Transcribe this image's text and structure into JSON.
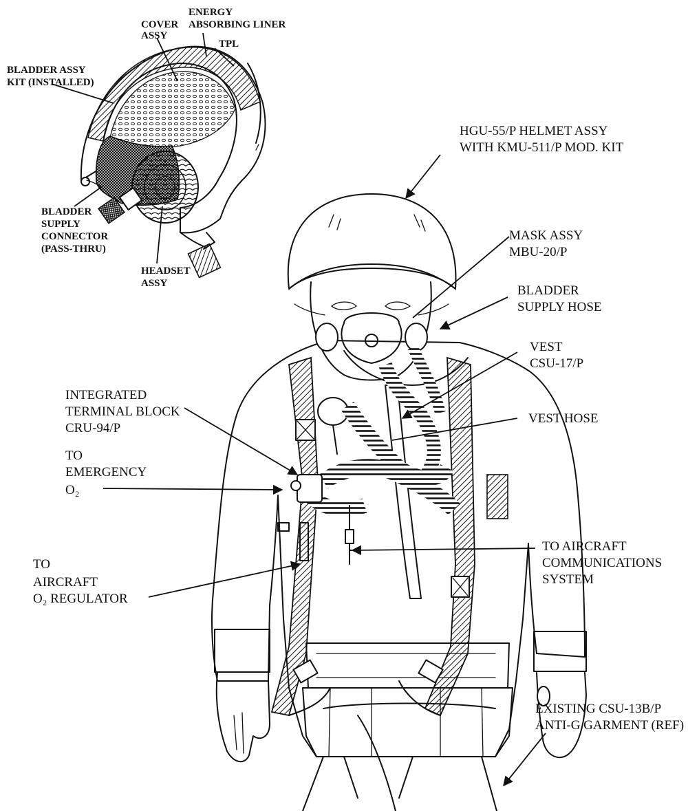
{
  "colors": {
    "ink": "#111111",
    "paper": "#ffffff"
  },
  "helmet_detail": {
    "labels": {
      "cover_assy": [
        "COVER",
        "ASSY"
      ],
      "energy_liner": [
        "ENERGY",
        "ABSORBING LINER"
      ],
      "tpl": [
        "TPL"
      ],
      "bladder_kit": [
        "BLADDER ASSY",
        "KIT (INSTALLED)"
      ],
      "bladder_connector": [
        "BLADDER",
        "SUPPLY",
        "CONNECTOR",
        "(PASS-THRU)"
      ],
      "headset": [
        "HEADSET",
        "ASSY"
      ]
    }
  },
  "callouts": {
    "helmet": [
      "HGU-55/P HELMET ASSY",
      "WITH KMU-511/P MOD. KIT"
    ],
    "mask": [
      "MASK ASSY",
      "MBU-20/P"
    ],
    "bladder_hose": [
      "BLADDER",
      "SUPPLY HOSE"
    ],
    "vest": [
      "VEST",
      "CSU-17/P"
    ],
    "vest_hose": [
      "VEST HOSE"
    ],
    "terminal_block": [
      "INTEGRATED",
      "TERMINAL BLOCK",
      "CRU-94/P"
    ],
    "emergency_o2": [
      "TO",
      "EMERGENCY",
      "O₂"
    ],
    "aircraft_comm": [
      "TO AIRCRAFT",
      "COMMUNICATIONS",
      "SYSTEM"
    ],
    "regulator": [
      "TO",
      "AIRCRAFT",
      "O₂ REGULATOR"
    ],
    "anti_g": [
      "EXISTING CSU-13B/P",
      "ANTI-G GARMENT (REF)"
    ]
  }
}
